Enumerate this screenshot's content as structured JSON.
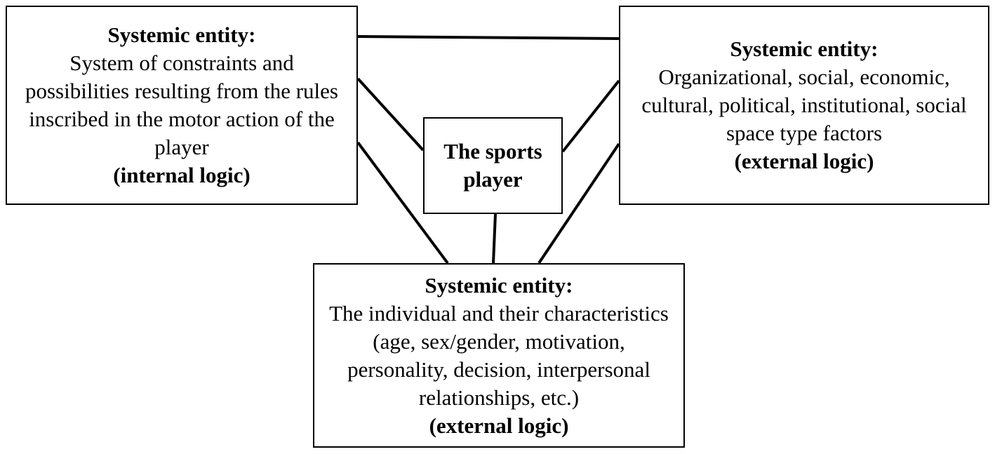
{
  "diagram": {
    "center": {
      "label": "The sports player"
    },
    "internal_logic_entity": {
      "heading": "Systemic entity:",
      "description": "System of constraints and possibilities resulting from the rules inscribed in the motor action of the player",
      "logic": "(internal logic)"
    },
    "external_social_entity": {
      "heading": "Systemic entity:",
      "description": "Organizational, social, economic, cultural, political, institutional, social space type factors",
      "logic": "(external logic)"
    },
    "external_individual_entity": {
      "heading": "Systemic entity:",
      "description": "The individual and their characteristics (age, sex/gender, motivation, personality, decision, interpersonal relationships, etc.)",
      "logic": "(external logic)"
    }
  }
}
